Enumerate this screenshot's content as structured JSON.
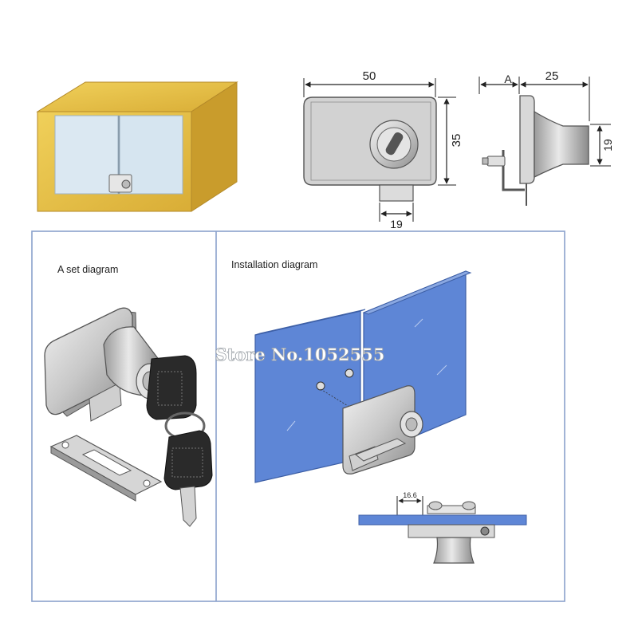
{
  "dimensions": {
    "width_label": "50",
    "height_label": "35",
    "bottom_label": "19",
    "side_a_label": "A",
    "side_depth_label": "25",
    "side_height_label": "19"
  },
  "panels": {
    "set_title": "A set diagram",
    "install_title": "Installation diagram",
    "clearance_label": "16.6"
  },
  "watermark": "Store No.1052555",
  "colors": {
    "wood": "#e8c24a",
    "glass": "#dbe8f2",
    "blue_glass": "#5e86d6",
    "metal": "#c9c9c9",
    "panel_border": "#8aa1cc"
  }
}
